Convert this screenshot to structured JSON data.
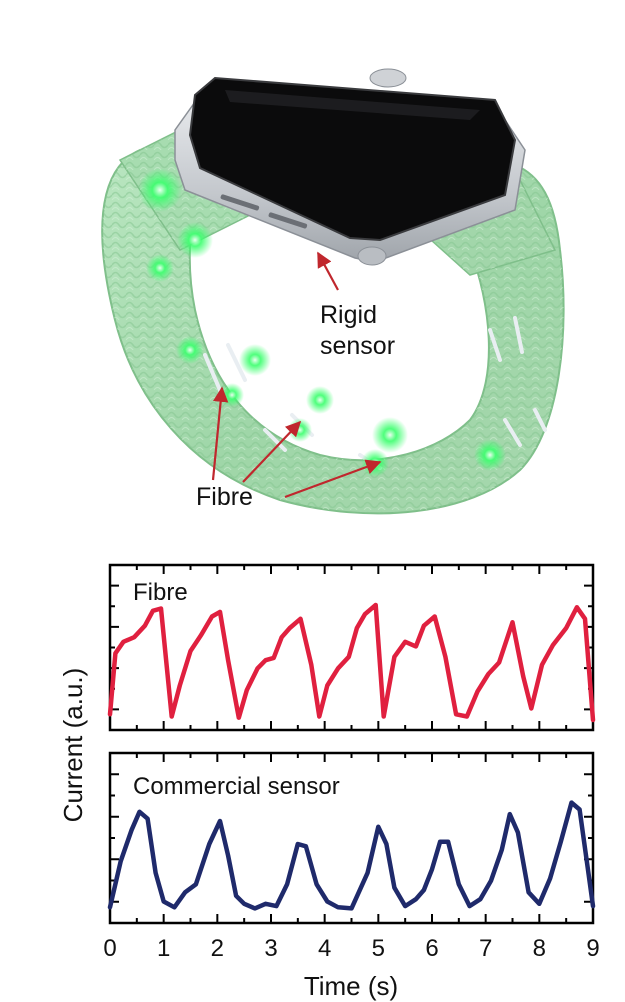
{
  "photo": {
    "labels": {
      "rigid_line1": "Rigid",
      "rigid_line2": "sensor",
      "fibre": "Fibre"
    },
    "colors": {
      "band": "#a9d9b0",
      "band_dark": "#7fbf8a",
      "glow": "#3cff6e",
      "watch_body": "#c9ccd0",
      "watch_screen": "#0b0b0c",
      "arrow": "#c0272d"
    }
  },
  "chart_data": [
    {
      "type": "line",
      "title": "",
      "panel_label": "Fibre",
      "color": "#e0203f",
      "xlim": [
        0,
        9
      ],
      "ylim": [
        0,
        1
      ],
      "series": [
        {
          "x": [
            0,
            0.1,
            0.25,
            0.45,
            0.65,
            0.8,
            0.95,
            1.15,
            1.3,
            1.5,
            1.7,
            1.9,
            2.05,
            2.2,
            2.4,
            2.55,
            2.75,
            2.9,
            3.05,
            3.2,
            3.35,
            3.55,
            3.75,
            3.9,
            4.05,
            4.25,
            4.45,
            4.6,
            4.75,
            4.95,
            5.1,
            5.3,
            5.5,
            5.7,
            5.85,
            6.05,
            6.25,
            6.45,
            6.65,
            6.85,
            7.05,
            7.25,
            7.5,
            7.7,
            7.85,
            8.05,
            8.25,
            8.5,
            8.7,
            8.85,
            9.0
          ],
          "y": [
            0.05,
            0.58,
            0.68,
            0.72,
            0.82,
            0.95,
            0.97,
            0.03,
            0.3,
            0.6,
            0.74,
            0.9,
            0.94,
            0.52,
            0.02,
            0.26,
            0.45,
            0.52,
            0.54,
            0.72,
            0.8,
            0.88,
            0.48,
            0.03,
            0.3,
            0.45,
            0.55,
            0.8,
            0.92,
            1.0,
            0.03,
            0.55,
            0.68,
            0.64,
            0.82,
            0.9,
            0.55,
            0.05,
            0.03,
            0.25,
            0.4,
            0.5,
            0.85,
            0.38,
            0.1,
            0.48,
            0.65,
            0.8,
            0.98,
            0.88,
            0.0
          ]
        }
      ]
    },
    {
      "type": "line",
      "title": "",
      "panel_label": "Commercial sensor",
      "color": "#1f2a6b",
      "xlim": [
        0,
        9
      ],
      "ylim": [
        0,
        1
      ],
      "series": [
        {
          "x": [
            0,
            0.2,
            0.4,
            0.55,
            0.7,
            0.85,
            1.0,
            1.2,
            1.4,
            1.6,
            1.85,
            2.05,
            2.2,
            2.35,
            2.5,
            2.7,
            2.9,
            3.1,
            3.3,
            3.5,
            3.65,
            3.85,
            4.05,
            4.25,
            4.5,
            4.8,
            5.0,
            5.15,
            5.3,
            5.5,
            5.7,
            5.85,
            6.0,
            6.15,
            6.3,
            6.5,
            6.7,
            6.9,
            7.1,
            7.3,
            7.45,
            7.6,
            7.8,
            8.0,
            8.2,
            8.4,
            8.6,
            8.75,
            8.9,
            9.0
          ],
          "y": [
            0.05,
            0.45,
            0.72,
            0.88,
            0.82,
            0.35,
            0.1,
            0.05,
            0.18,
            0.25,
            0.6,
            0.8,
            0.5,
            0.15,
            0.08,
            0.04,
            0.08,
            0.06,
            0.25,
            0.6,
            0.58,
            0.25,
            0.1,
            0.05,
            0.04,
            0.35,
            0.75,
            0.6,
            0.22,
            0.06,
            0.12,
            0.2,
            0.38,
            0.62,
            0.62,
            0.25,
            0.06,
            0.12,
            0.28,
            0.55,
            0.86,
            0.7,
            0.18,
            0.08,
            0.3,
            0.62,
            0.96,
            0.9,
            0.4,
            0.06
          ]
        }
      ]
    }
  ],
  "axes": {
    "xlabel": "Time (s)",
    "ylabel": "Current (a.u.)",
    "xticks": [
      "0",
      "1",
      "2",
      "3",
      "4",
      "5",
      "6",
      "7",
      "8",
      "9"
    ]
  }
}
